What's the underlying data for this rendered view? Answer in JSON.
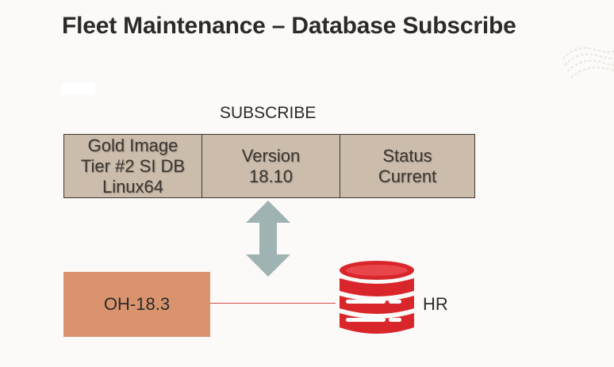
{
  "slide": {
    "title": "Fleet Maintenance – Database Subscribe",
    "subscribe_label": "SUBSCRIBE",
    "table": {
      "image": [
        "Gold Image",
        "Tier #2 SI DB",
        "Linux64"
      ],
      "version": [
        "Version",
        "18.10"
      ],
      "status": [
        "Status",
        "Current"
      ]
    },
    "oracle_home": "OH-18.3",
    "database": "HR"
  },
  "colors": {
    "table_fill": "#cbbcab",
    "oracle_home_fill": "#d9946f",
    "arrow": "#9fb3b3",
    "database_red": "#d8262b",
    "connector": "#d44a43"
  }
}
